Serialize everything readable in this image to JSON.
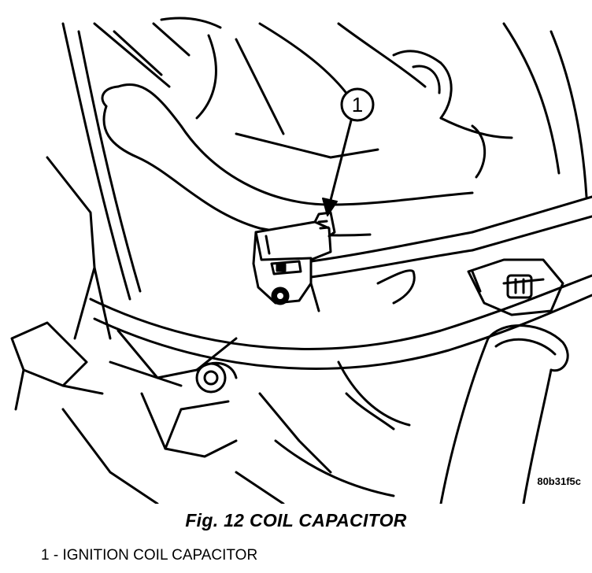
{
  "figure": {
    "callout_number": "1",
    "image_code": "80b31f5c",
    "caption": "Fig. 12 COIL CAPACITOR",
    "legend": [
      "1 - IGNITION COIL CAPACITOR"
    ]
  }
}
